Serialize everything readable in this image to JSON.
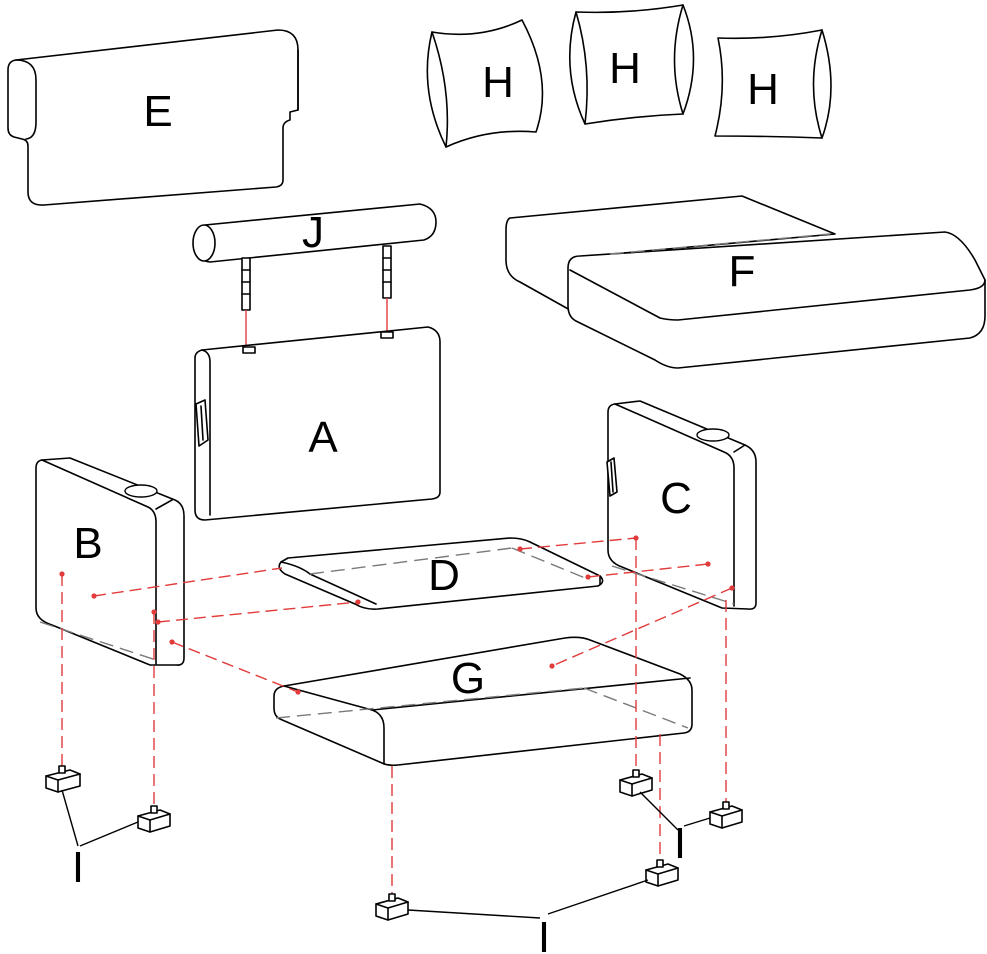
{
  "labels": {
    "E": "E",
    "H1": "H",
    "H2": "H",
    "H3": "H",
    "J": "J",
    "F": "F",
    "A": "A",
    "B": "B",
    "C": "C",
    "D": "D",
    "G": "G",
    "I_left": "I",
    "I_right": "I",
    "I_bottom": "I"
  },
  "colors": {
    "outline": "#000000",
    "guide": "#e23b3b",
    "hidden_edge": "#7a7a7a"
  }
}
